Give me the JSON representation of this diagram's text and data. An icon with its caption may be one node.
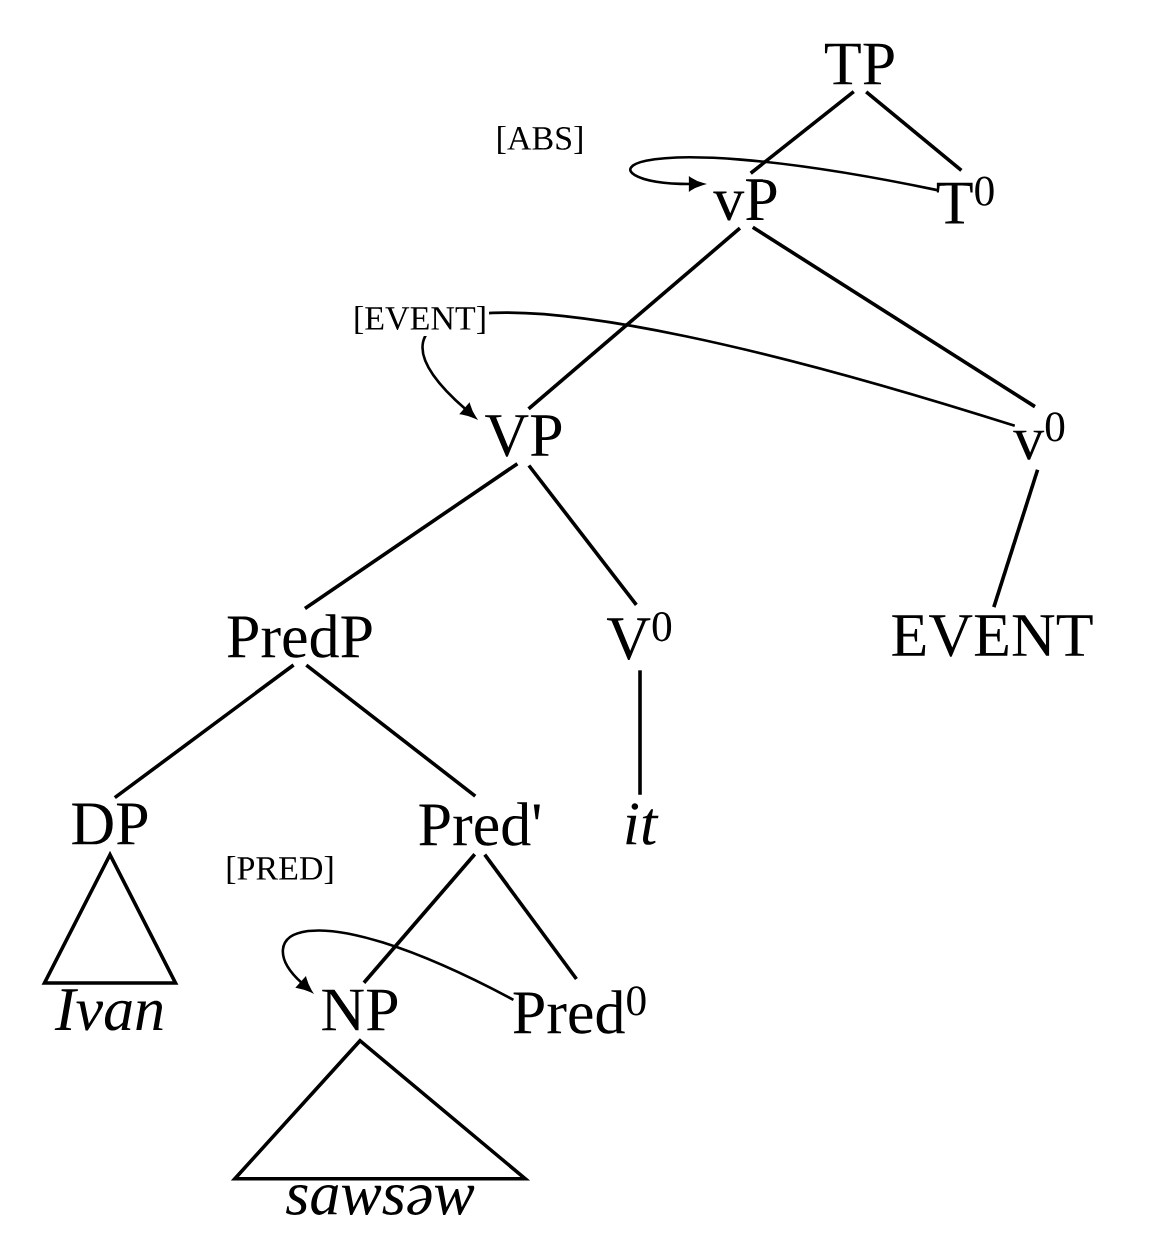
{
  "diagram": {
    "nodes": [
      {
        "text": [
          "TP"
        ]
      },
      {
        "text": [
          "vP"
        ]
      },
      {
        "text": [
          "T$^{0}$"
        ]
      },
      {
        "text": [
          "VP"
        ]
      },
      {
        "text": [
          "v$^{0}$"
        ]
      },
      {
        "text": [
          "PredP"
        ]
      },
      {
        "text": [
          "V$^{0}$"
        ]
      },
      {
        "text": [
          "EVENT"
        ]
      },
      {
        "text": [
          "DP"
        ]
      },
      {
        "text": [
          "Pred'"
        ]
      },
      {
        "text": [
          "it"
        ]
      },
      {
        "text": [
          "Ivan"
        ]
      },
      {
        "text": [
          "NP"
        ]
      },
      {
        "text": [
          "Pred$^{0}$"
        ]
      },
      {
        "text": [
          "sawsəw"
        ]
      }
    ],
    "edges": [
      {
        "from": 0,
        "to": 1,
        "arrow": "none"
      },
      {
        "from": 0,
        "to": 2,
        "arrow": "none"
      },
      {
        "from": 1,
        "to": 3,
        "arrow": "none"
      },
      {
        "from": 1,
        "to": 4,
        "arrow": "none"
      },
      {
        "from": 3,
        "to": 5,
        "arrow": "none"
      },
      {
        "from": 3,
        "to": 6,
        "arrow": "none"
      },
      {
        "from": 6,
        "to": 10,
        "arrow": "none"
      },
      {
        "from": 4,
        "to": 7,
        "arrow": "none"
      },
      {
        "from": 5,
        "to": 8,
        "arrow": "none"
      },
      {
        "from": 5,
        "to": 9,
        "arrow": "none"
      },
      {
        "from": 8,
        "to": 11,
        "arrow": "none"
      },
      {
        "from": 9,
        "to": 12,
        "arrow": "none"
      },
      {
        "from": 9,
        "to": 13,
        "arrow": "none"
      },
      {
        "from": 12,
        "to": 14,
        "arrow": "none"
      },
      {
        "from": 2,
        "to": 1,
        "arrow": "to",
        "label": "[ABS]"
      },
      {
        "from": 4,
        "to": 3,
        "arrow": "to",
        "label": "[EVENT]"
      },
      {
        "from": 13,
        "to": 12,
        "arrow": "to",
        "label": "[PRED]"
      }
    ]
  }
}
